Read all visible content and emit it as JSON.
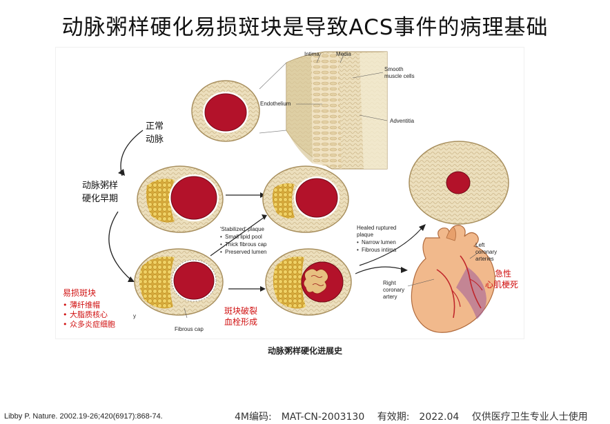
{
  "slide": {
    "title": "动脉粥样硬化易损斑块是导致ACS事件的病理基础",
    "caption": "动脉粥样硬化进展史",
    "reference": "Libby P. Nature. 2002.19-26;420(6917):868-74.",
    "footer": {
      "code": "4M编码:　MAT-CN-2003130",
      "validity": "有效期:　2022.04",
      "usage": "仅供医疗卫生专业人士使用"
    }
  },
  "diagram": {
    "vessel_wall": {
      "intima": "Intima",
      "media": "Media",
      "smooth_muscle_1": "Smooth",
      "smooth_muscle_2": "muscle cells",
      "endothelium": "Endothelium",
      "adventitia": "Adventitia"
    },
    "stages": {
      "normal_1": "正常",
      "normal_2": "动脉",
      "early_1": "动脉粥样",
      "early_2": "硬化早期",
      "vulnerable_title": "易损斑块",
      "vulnerable_items": [
        "薄纤维帽",
        "大脂质核心",
        "众多炎症细胞"
      ],
      "rupture_1": "斑块破裂",
      "rupture_2": "血栓形成",
      "mi_1": "急性",
      "mi_2": "心肌梗死"
    },
    "stabilized": {
      "title": "'Stabilized' plaque",
      "items": [
        "Small lipid pool",
        "Thick fibrous cap",
        "Preserved lumen"
      ]
    },
    "healed": {
      "title_1": "Healed ruptured",
      "title_2": "plaque",
      "items": [
        "Narrow lumen",
        "Fibrous intima"
      ]
    },
    "heart": {
      "left_1": "Left",
      "left_2": "coronary",
      "left_3": "arteries",
      "right_1": "Right",
      "right_2": "coronary",
      "right_3": "artery"
    },
    "fibrous_cap": "Fibrous cap",
    "partial_y": "y",
    "bullet": "•"
  },
  "colors": {
    "lumen_red": "#b3122a",
    "vessel_tan": "#e9dcb8",
    "lipid_yellow": "#e2bb4a",
    "annotation_red": "#d01010",
    "heart_orange": "#f1b98c"
  }
}
